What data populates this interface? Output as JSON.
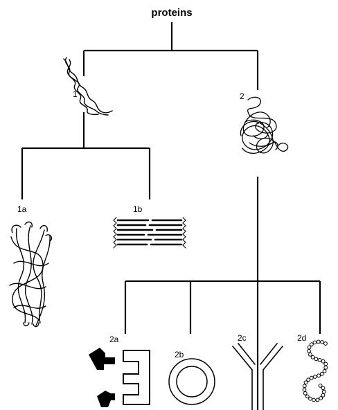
{
  "title": "proteins",
  "labels": {
    "n1": "1",
    "n2": "2",
    "n1a": "1a",
    "n1b": "1b",
    "n2a": "2a",
    "n2b": "2b",
    "n2c": "2c",
    "n2d": "2d"
  },
  "icons": {
    "n1": "fibrous-helix-icon",
    "n2": "globular-coil-icon",
    "n1a": "coiled-fiber-bundle-icon",
    "n1b": "beta-sheet-icon",
    "n2a": "enzyme-substrate-icon",
    "n2b": "ring-protein-icon",
    "n2c": "antibody-icon",
    "n2d": "bead-chain-icon"
  },
  "colors": {
    "ink": "#000000",
    "background": "#ffffff"
  }
}
